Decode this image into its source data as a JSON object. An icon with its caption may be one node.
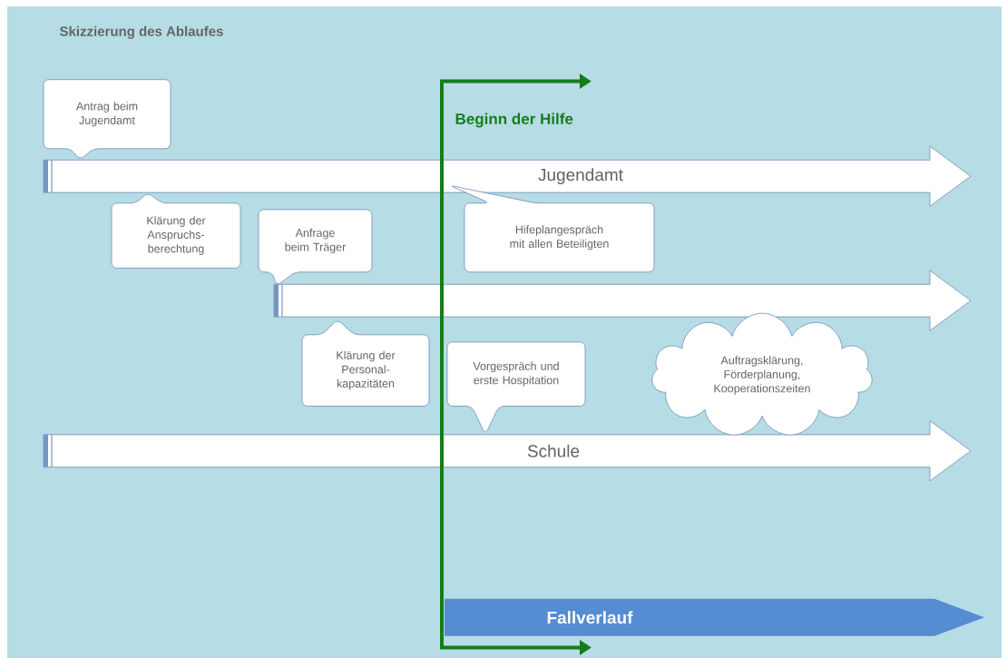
{
  "diagram": {
    "title": "Skizzierung des Ablaufes",
    "nodes": [
      {
        "text": [
          "Antrag beim Jugendamt"
        ]
      },
      {
        "text": [
          "Jugendamt"
        ]
      },
      {
        "text": [
          "Klärung der Anspruchs- berechtung"
        ]
      },
      {
        "text": [
          "Anfrage beim Träger"
        ]
      },
      {
        "text": [
          "Hifeplangespräch mit allen Beteiligten"
        ]
      },
      {
        "text": [],
        "shape": "arrow"
      },
      {
        "text": [
          "Klärung der Personal- kapazitäten"
        ]
      },
      {
        "text": [
          "Vorgespräch und erste Hospitation"
        ]
      },
      {
        "text": [
          "Auftragsklärung, Förderplanung, Kooperationszeiten"
        ]
      },
      {
        "text": [
          "Schule"
        ]
      },
      {
        "text": [
          "Fallverlauf"
        ]
      }
    ],
    "labels": [
      "Beginn der Hilfe"
    ]
  }
}
